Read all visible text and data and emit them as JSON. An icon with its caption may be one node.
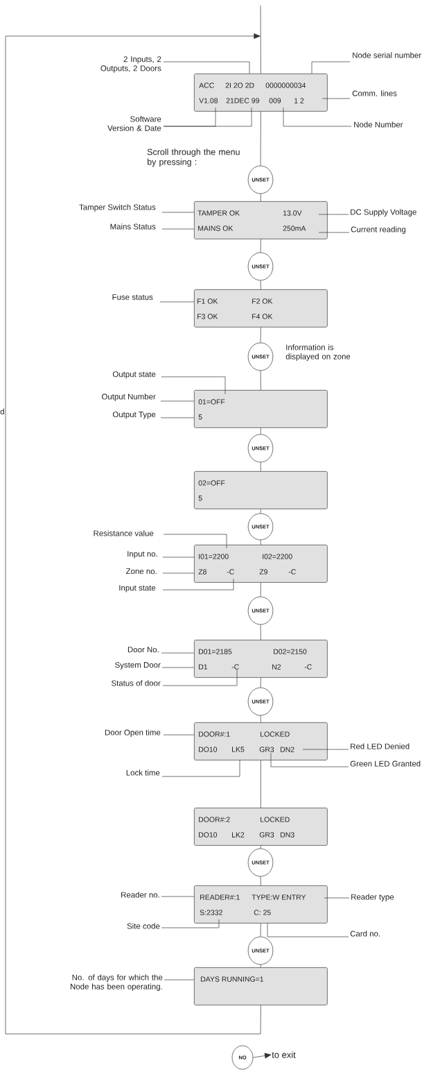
{
  "diagram": {
    "nodes": [
      {
        "text": [
          "2 Inputs, 2 Outputs, 2 Doors"
        ]
      },
      {
        "text": [
          "Node serial number"
        ]
      },
      {
        "text": [
          "ACC",
          "2I 2O 2D",
          "0000000034",
          "V1.08",
          "21DEC 99",
          "009",
          "1 2"
        ]
      },
      {
        "text": [
          "Comm. lines"
        ]
      },
      {
        "text": [
          "Software Version & Date"
        ]
      },
      {
        "text": [
          "Node Number"
        ]
      },
      {
        "text": [
          "UNSET"
        ],
        "beside": [
          "Scroll through the menu by pressing :"
        ]
      },
      {
        "text": [
          "Tamper Switch Status"
        ]
      },
      {
        "text": [
          "TAMPER OK",
          "13.0V",
          "MAINS OK",
          "250mA"
        ]
      },
      {
        "text": [
          "DC Supply Voltage"
        ]
      },
      {
        "text": [
          "Mains Status"
        ]
      },
      {
        "text": [
          "Current reading"
        ]
      },
      {
        "text": [
          "UNSET"
        ]
      },
      {
        "text": [
          "Fuse status"
        ]
      },
      {
        "text": [
          "F1 OK",
          "F2 OK",
          "F3 OK",
          "F4 OK"
        ]
      },
      {
        "text": [
          "UNSET"
        ],
        "beside": [
          "Information is displayed on zone"
        ]
      },
      {
        "text": [
          "Output state"
        ]
      },
      {
        "text": [
          "Output Number"
        ]
      },
      {
        "text": [
          "01=OFF",
          "5"
        ]
      },
      {
        "text": [
          "Output Type"
        ]
      },
      {
        "text": [
          "UNSET"
        ]
      },
      {
        "text": [
          "02=OFF",
          "5"
        ]
      },
      {
        "text": [
          "UNSET"
        ]
      },
      {
        "text": [
          "Resistance value"
        ]
      },
      {
        "text": [
          "Input no."
        ]
      },
      {
        "text": [
          "I01=2200",
          "I02=2200",
          "Z8",
          "-C",
          "Z9",
          "-C"
        ]
      },
      {
        "text": [
          "Zone no."
        ]
      },
      {
        "text": [
          "Input state"
        ]
      },
      {
        "text": [
          "UNSET"
        ]
      },
      {
        "text": [
          "Door No."
        ]
      },
      {
        "text": [
          "D01=2185",
          "D02=2150",
          "D1",
          "-C",
          "N2",
          "-C"
        ]
      },
      {
        "text": [
          "System Door"
        ]
      },
      {
        "text": [
          "Status of door"
        ]
      },
      {
        "text": [
          "UNSET"
        ]
      },
      {
        "text": [
          "Door Open time"
        ]
      },
      {
        "text": [
          "DOOR#:1",
          "LOCKED",
          "DO10",
          "LK5",
          "GR3",
          "DN2"
        ]
      },
      {
        "text": [
          "Red LED Denied"
        ]
      },
      {
        "text": [
          "Green LED Granted"
        ]
      },
      {
        "text": [
          "Lock time"
        ]
      },
      {
        "text": [
          "DOOR#:2",
          "LOCKED",
          "DO10",
          "LK2",
          "GR3",
          "DN3"
        ]
      },
      {
        "text": [
          "UNSET"
        ]
      },
      {
        "text": [
          "Reader no."
        ]
      },
      {
        "text": [
          "READER#:1",
          "TYPE:W ENTRY",
          "S:2332",
          "C: 25"
        ]
      },
      {
        "text": [
          "Reader type"
        ]
      },
      {
        "text": [
          "Site code"
        ]
      },
      {
        "text": [
          "Card no."
        ]
      },
      {
        "text": [
          "UNSET"
        ]
      },
      {
        "text": [
          "No. of days for which the Node has been operating."
        ]
      },
      {
        "text": [
          "DAYS RUNNING=1"
        ]
      },
      {
        "text": [
          "NO"
        ]
      },
      {
        "text": [
          "to exit"
        ]
      }
    ],
    "edges": [
      {
        "from": 0,
        "to": 2,
        "arrow": "none"
      },
      {
        "from": 1,
        "to": 2,
        "arrow": "none"
      },
      {
        "from": 3,
        "to": 2,
        "arrow": "none"
      },
      {
        "from": 4,
        "to": 2,
        "arrow": "none"
      },
      {
        "from": 4,
        "to": 2,
        "arrow": "none"
      },
      {
        "from": 5,
        "to": 2,
        "arrow": "none"
      },
      {
        "from": 7,
        "to": 8,
        "arrow": "none"
      },
      {
        "from": 9,
        "to": 8,
        "arrow": "none"
      },
      {
        "from": 10,
        "to": 8,
        "arrow": "none"
      },
      {
        "from": 11,
        "to": 8,
        "arrow": "none"
      },
      {
        "from": 13,
        "to": 14,
        "arrow": "none"
      },
      {
        "from": 16,
        "to": 18,
        "arrow": "none"
      },
      {
        "from": 17,
        "to": 18,
        "arrow": "none"
      },
      {
        "from": 19,
        "to": 18,
        "arrow": "none"
      },
      {
        "from": 23,
        "to": 25,
        "arrow": "none"
      },
      {
        "from": 24,
        "to": 25,
        "arrow": "none"
      },
      {
        "from": 26,
        "to": 25,
        "arrow": "none"
      },
      {
        "from": 27,
        "to": 25,
        "arrow": "none"
      },
      {
        "from": 29,
        "to": 30,
        "arrow": "none"
      },
      {
        "from": 31,
        "to": 30,
        "arrow": "none"
      },
      {
        "from": 32,
        "to": 30,
        "arrow": "none"
      },
      {
        "from": 34,
        "to": 35,
        "arrow": "none"
      },
      {
        "from": 36,
        "to": 35,
        "arrow": "none"
      },
      {
        "from": 37,
        "to": 35,
        "arrow": "none"
      },
      {
        "from": 38,
        "to": 35,
        "arrow": "none"
      },
      {
        "from": 41,
        "to": 42,
        "arrow": "none"
      },
      {
        "from": 43,
        "to": 42,
        "arrow": "none"
      },
      {
        "from": 44,
        "to": 42,
        "arrow": "none"
      },
      {
        "from": 45,
        "to": 42,
        "arrow": "none"
      },
      {
        "from": 47,
        "to": 48,
        "arrow": "none"
      },
      {
        "from": null,
        "to": 2,
        "arrow": "none"
      },
      {
        "from": 2,
        "to": 6,
        "arrow": "none"
      },
      {
        "from": 6,
        "to": 8,
        "arrow": "none"
      },
      {
        "from": 8,
        "to": 12,
        "arrow": "none"
      },
      {
        "from": 12,
        "to": 14,
        "arrow": "none"
      },
      {
        "from": 14,
        "to": 15,
        "arrow": "none"
      },
      {
        "from": 15,
        "to": 18,
        "arrow": "none"
      },
      {
        "from": 18,
        "to": 20,
        "arrow": "none"
      },
      {
        "from": 20,
        "to": 21,
        "arrow": "none"
      },
      {
        "from": 21,
        "to": 22,
        "arrow": "none"
      },
      {
        "from": 22,
        "to": 25,
        "arrow": "none"
      },
      {
        "from": 25,
        "to": 28,
        "arrow": "none"
      },
      {
        "from": 28,
        "to": 30,
        "arrow": "none"
      },
      {
        "from": 30,
        "to": 33,
        "arrow": "none"
      },
      {
        "from": 33,
        "to": 35,
        "arrow": "none"
      },
      {
        "from": 35,
        "to": 39,
        "arrow": "none"
      },
      {
        "from": 39,
        "to": 40,
        "arrow": "none"
      },
      {
        "from": 40,
        "to": 42,
        "arrow": "none"
      },
      {
        "from": 42,
        "to": 46,
        "arrow": "none"
      },
      {
        "from": 46,
        "to": 48,
        "arrow": "none"
      },
      {
        "from": 48,
        "to": 2,
        "arrow": "to"
      },
      {
        "from": 49,
        "to": 50,
        "arrow": "to"
      }
    ],
    "labels": [
      "d"
    ]
  }
}
